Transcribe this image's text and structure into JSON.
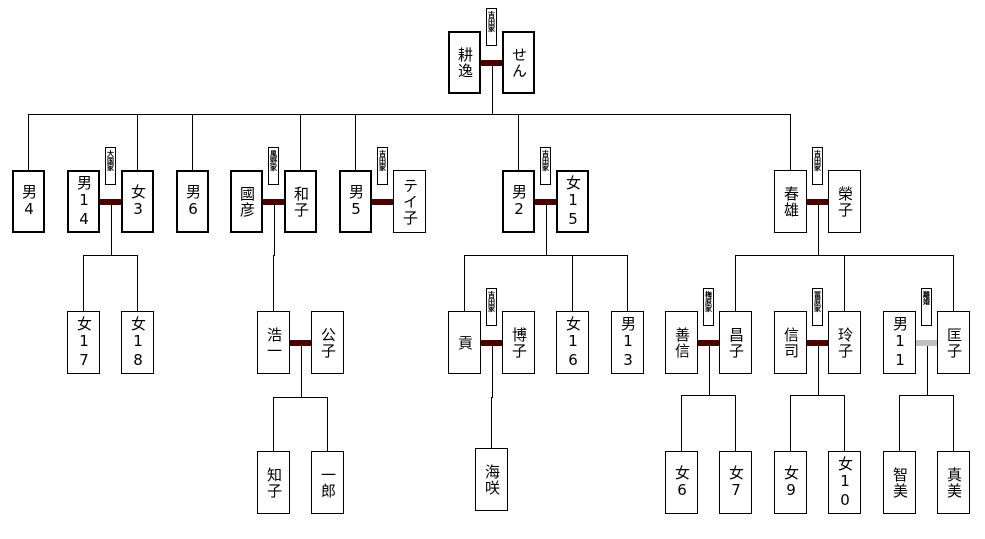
{
  "diagram": {
    "type": "family-tree",
    "colors": {
      "marriage": "#4a0000",
      "divorce": "#c0c0c0",
      "line": "#000000"
    },
    "people": [
      {
        "id": "p_kouitsu",
        "name": "耕逸",
        "bold": true
      },
      {
        "id": "p_sen",
        "name": "せん",
        "bold": true
      },
      {
        "id": "p_m4",
        "name": "男4",
        "bold": true
      },
      {
        "id": "p_m14",
        "name": "男14",
        "bold": true
      },
      {
        "id": "p_f3",
        "name": "女3",
        "bold": true
      },
      {
        "id": "p_m6",
        "name": "男6",
        "bold": true
      },
      {
        "id": "p_kunihiko",
        "name": "國彦",
        "bold": true
      },
      {
        "id": "p_kazuko",
        "name": "和子",
        "bold": true
      },
      {
        "id": "p_m5",
        "name": "男5",
        "bold": true
      },
      {
        "id": "p_teiko",
        "name": "テイ子",
        "bold": false
      },
      {
        "id": "p_m2",
        "name": "男2",
        "bold": true
      },
      {
        "id": "p_f15",
        "name": "女15",
        "bold": true
      },
      {
        "id": "p_haruo",
        "name": "春雄",
        "bold": false
      },
      {
        "id": "p_eiko",
        "name": "榮子",
        "bold": false
      },
      {
        "id": "p_f17",
        "name": "女17",
        "bold": false
      },
      {
        "id": "p_f18",
        "name": "女18",
        "bold": false
      },
      {
        "id": "p_koichi",
        "name": "浩一",
        "bold": false
      },
      {
        "id": "p_kimiko",
        "name": "公子",
        "bold": false
      },
      {
        "id": "p_mitsugu",
        "name": "貢",
        "bold": false
      },
      {
        "id": "p_hiroko",
        "name": "博子",
        "bold": false
      },
      {
        "id": "p_f16",
        "name": "女16",
        "bold": false
      },
      {
        "id": "p_m13",
        "name": "男13",
        "bold": false
      },
      {
        "id": "p_yoshinobu",
        "name": "善信",
        "bold": false
      },
      {
        "id": "p_masako",
        "name": "昌子",
        "bold": false
      },
      {
        "id": "p_shinji",
        "name": "信司",
        "bold": false
      },
      {
        "id": "p_reiko",
        "name": "玲子",
        "bold": false
      },
      {
        "id": "p_m11",
        "name": "男11",
        "bold": false
      },
      {
        "id": "p_kyoko",
        "name": "匡子",
        "bold": false
      },
      {
        "id": "p_tomoko",
        "name": "知子",
        "bold": false
      },
      {
        "id": "p_ichiro",
        "name": "一郎",
        "bold": false
      },
      {
        "id": "p_misaki",
        "name": "海咲",
        "bold": false
      },
      {
        "id": "p_f6",
        "name": "女6",
        "bold": false
      },
      {
        "id": "p_f7",
        "name": "女7",
        "bold": false
      },
      {
        "id": "p_f9",
        "name": "女9",
        "bold": false
      },
      {
        "id": "p_f10",
        "name": "女10",
        "bold": false
      },
      {
        "id": "p_tomomi",
        "name": "智美",
        "bold": false
      },
      {
        "id": "p_masami",
        "name": "真美",
        "bold": false
      }
    ],
    "couples": [
      {
        "a": "p_kouitsu",
        "b": "p_sen",
        "tag": "吉田家",
        "status": "married"
      },
      {
        "a": "p_m14",
        "b": "p_f3",
        "tag": "大国家",
        "status": "married"
      },
      {
        "a": "p_kunihiko",
        "b": "p_kazuko",
        "tag": "風野家",
        "status": "married"
      },
      {
        "a": "p_m5",
        "b": "p_teiko",
        "tag": "吉田家",
        "status": "married"
      },
      {
        "a": "p_m2",
        "b": "p_f15",
        "tag": "吉田家",
        "status": "married"
      },
      {
        "a": "p_haruo",
        "b": "p_eiko",
        "tag": "吉田家",
        "status": "married"
      },
      {
        "a": "p_koichi",
        "b": "p_kimiko",
        "tag": "",
        "status": "married"
      },
      {
        "a": "p_mitsugu",
        "b": "p_hiroko",
        "tag": "吉田家",
        "status": "married"
      },
      {
        "a": "p_yoshinobu",
        "b": "p_masako",
        "tag": "梅原家",
        "status": "married"
      },
      {
        "a": "p_shinji",
        "b": "p_reiko",
        "tag": "冨原家",
        "status": "married"
      },
      {
        "a": "p_m11",
        "b": "p_kyoko",
        "tag": "離婚",
        "status": "divorced"
      }
    ],
    "families": [
      {
        "parents": "p_kouitsu+p_sen",
        "children": [
          "p_m4",
          "p_f3",
          "p_m6",
          "p_kazuko",
          "p_m5",
          "p_m2",
          "p_haruo"
        ]
      },
      {
        "parents": "p_m14+p_f3",
        "children": [
          "p_f17",
          "p_f18"
        ]
      },
      {
        "parents": "p_kunihiko+p_kazuko",
        "children": [
          "p_koichi"
        ]
      },
      {
        "parents": "p_m2+p_f15",
        "children": [
          "p_mitsugu",
          "p_f16",
          "p_m13"
        ]
      },
      {
        "parents": "p_haruo+p_eiko",
        "children": [
          "p_masako",
          "p_reiko",
          "p_kyoko"
        ]
      },
      {
        "parents": "p_koichi+p_kimiko",
        "children": [
          "p_tomoko",
          "p_ichiro"
        ]
      },
      {
        "parents": "p_mitsugu+p_hiroko",
        "children": [
          "p_misaki"
        ]
      },
      {
        "parents": "p_yoshinobu+p_masako",
        "children": [
          "p_f6",
          "p_f7"
        ]
      },
      {
        "parents": "p_shinji+p_reiko",
        "children": [
          "p_f9",
          "p_f10"
        ]
      },
      {
        "parents": "p_m11+p_kyoko",
        "children": [
          "p_tomomi",
          "p_masami"
        ]
      }
    ]
  }
}
